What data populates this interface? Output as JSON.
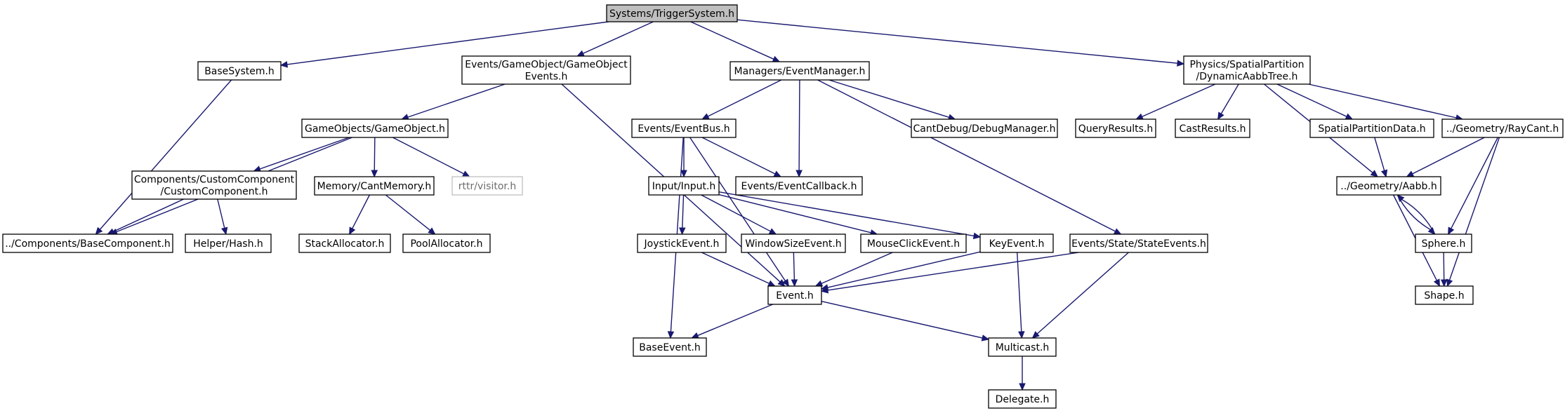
{
  "graph": {
    "nodes": [
      {
        "id": "trigger",
        "lines": [
          "Systems/TriggerSystem.h"
        ],
        "role": "root"
      },
      {
        "id": "basesys",
        "lines": [
          "BaseSystem.h"
        ]
      },
      {
        "id": "goevents",
        "lines": [
          "Events/GameObject/GameObject",
          "Events.h"
        ]
      },
      {
        "id": "evmgr",
        "lines": [
          "Managers/EventManager.h"
        ]
      },
      {
        "id": "aabbtree",
        "lines": [
          "Physics/SpatialPartition",
          "/DynamicAabbTree.h"
        ]
      },
      {
        "id": "gameobj",
        "lines": [
          "GameObjects/GameObject.h"
        ]
      },
      {
        "id": "evbus",
        "lines": [
          "Events/EventBus.h"
        ]
      },
      {
        "id": "debugmgr",
        "lines": [
          "CantDebug/DebugManager.h"
        ]
      },
      {
        "id": "queryres",
        "lines": [
          "QueryResults.h"
        ]
      },
      {
        "id": "castres",
        "lines": [
          "CastResults.h"
        ]
      },
      {
        "id": "spdata",
        "lines": [
          "SpatialPartitionData.h"
        ]
      },
      {
        "id": "raycant",
        "lines": [
          "../Geometry/RayCant.h"
        ]
      },
      {
        "id": "customcomp",
        "lines": [
          "Components/CustomComponent",
          "/CustomComponent.h"
        ]
      },
      {
        "id": "cantmem",
        "lines": [
          "Memory/CantMemory.h"
        ]
      },
      {
        "id": "visitor",
        "lines": [
          "rttr/visitor.h"
        ],
        "role": "external"
      },
      {
        "id": "input",
        "lines": [
          "Input/Input.h"
        ]
      },
      {
        "id": "evcallback",
        "lines": [
          "Events/EventCallback.h"
        ]
      },
      {
        "id": "aabb",
        "lines": [
          "../Geometry/Aabb.h"
        ]
      },
      {
        "id": "basecomp",
        "lines": [
          "../Components/BaseComponent.h"
        ]
      },
      {
        "id": "hash",
        "lines": [
          "Helper/Hash.h"
        ]
      },
      {
        "id": "stackalloc",
        "lines": [
          "StackAllocator.h"
        ]
      },
      {
        "id": "poolalloc",
        "lines": [
          "PoolAllocator.h"
        ]
      },
      {
        "id": "joystick",
        "lines": [
          "JoystickEvent.h"
        ]
      },
      {
        "id": "winsize",
        "lines": [
          "WindowSizeEvent.h"
        ]
      },
      {
        "id": "mouseclick",
        "lines": [
          "MouseClickEvent.h"
        ]
      },
      {
        "id": "keyevent",
        "lines": [
          "KeyEvent.h"
        ]
      },
      {
        "id": "stateevents",
        "lines": [
          "Events/State/StateEvents.h"
        ]
      },
      {
        "id": "sphere",
        "lines": [
          "Sphere.h"
        ]
      },
      {
        "id": "event",
        "lines": [
          "Event.h"
        ]
      },
      {
        "id": "shape",
        "lines": [
          "Shape.h"
        ]
      },
      {
        "id": "baseevent",
        "lines": [
          "BaseEvent.h"
        ]
      },
      {
        "id": "multicast",
        "lines": [
          "Multicast.h"
        ]
      },
      {
        "id": "delegate",
        "lines": [
          "Delegate.h"
        ]
      }
    ],
    "edges": [
      [
        "trigger",
        "basesys"
      ],
      [
        "trigger",
        "goevents"
      ],
      [
        "trigger",
        "evmgr"
      ],
      [
        "trigger",
        "aabbtree"
      ],
      [
        "basesys",
        "basecomp"
      ],
      [
        "goevents",
        "gameobj"
      ],
      [
        "goevents",
        "event"
      ],
      [
        "gameobj",
        "basecomp"
      ],
      [
        "gameobj",
        "customcomp"
      ],
      [
        "gameobj",
        "cantmem"
      ],
      [
        "gameobj",
        "visitor"
      ],
      [
        "customcomp",
        "basecomp"
      ],
      [
        "customcomp",
        "hash"
      ],
      [
        "cantmem",
        "stackalloc"
      ],
      [
        "cantmem",
        "poolalloc"
      ],
      [
        "evmgr",
        "evbus"
      ],
      [
        "evmgr",
        "evcallback"
      ],
      [
        "evmgr",
        "debugmgr"
      ],
      [
        "evmgr",
        "stateevents"
      ],
      [
        "evbus",
        "input"
      ],
      [
        "evbus",
        "evcallback"
      ],
      [
        "evbus",
        "event"
      ],
      [
        "evbus",
        "baseevent"
      ],
      [
        "input",
        "joystick"
      ],
      [
        "input",
        "winsize"
      ],
      [
        "input",
        "mouseclick"
      ],
      [
        "input",
        "keyevent"
      ],
      [
        "joystick",
        "event"
      ],
      [
        "winsize",
        "event"
      ],
      [
        "mouseclick",
        "event"
      ],
      [
        "keyevent",
        "event"
      ],
      [
        "keyevent",
        "multicast"
      ],
      [
        "stateevents",
        "event"
      ],
      [
        "stateevents",
        "multicast"
      ],
      [
        "event",
        "baseevent"
      ],
      [
        "event",
        "multicast"
      ],
      [
        "multicast",
        "delegate"
      ],
      [
        "aabbtree",
        "queryres"
      ],
      [
        "aabbtree",
        "castres"
      ],
      [
        "aabbtree",
        "spdata"
      ],
      [
        "aabbtree",
        "raycant"
      ],
      [
        "aabbtree",
        "aabb"
      ],
      [
        "spdata",
        "aabb"
      ],
      [
        "raycant",
        "aabb"
      ],
      [
        "raycant",
        "sphere"
      ],
      [
        "raycant",
        "shape"
      ],
      [
        "aabb",
        "sphere"
      ],
      [
        "aabb",
        "shape"
      ],
      [
        "sphere",
        "aabb"
      ],
      [
        "sphere",
        "shape"
      ]
    ]
  },
  "colors": {
    "edge": "#191970",
    "node_border": "#000000",
    "root_fill": "#bfbfbf",
    "external_border": "#bfbfbf"
  }
}
